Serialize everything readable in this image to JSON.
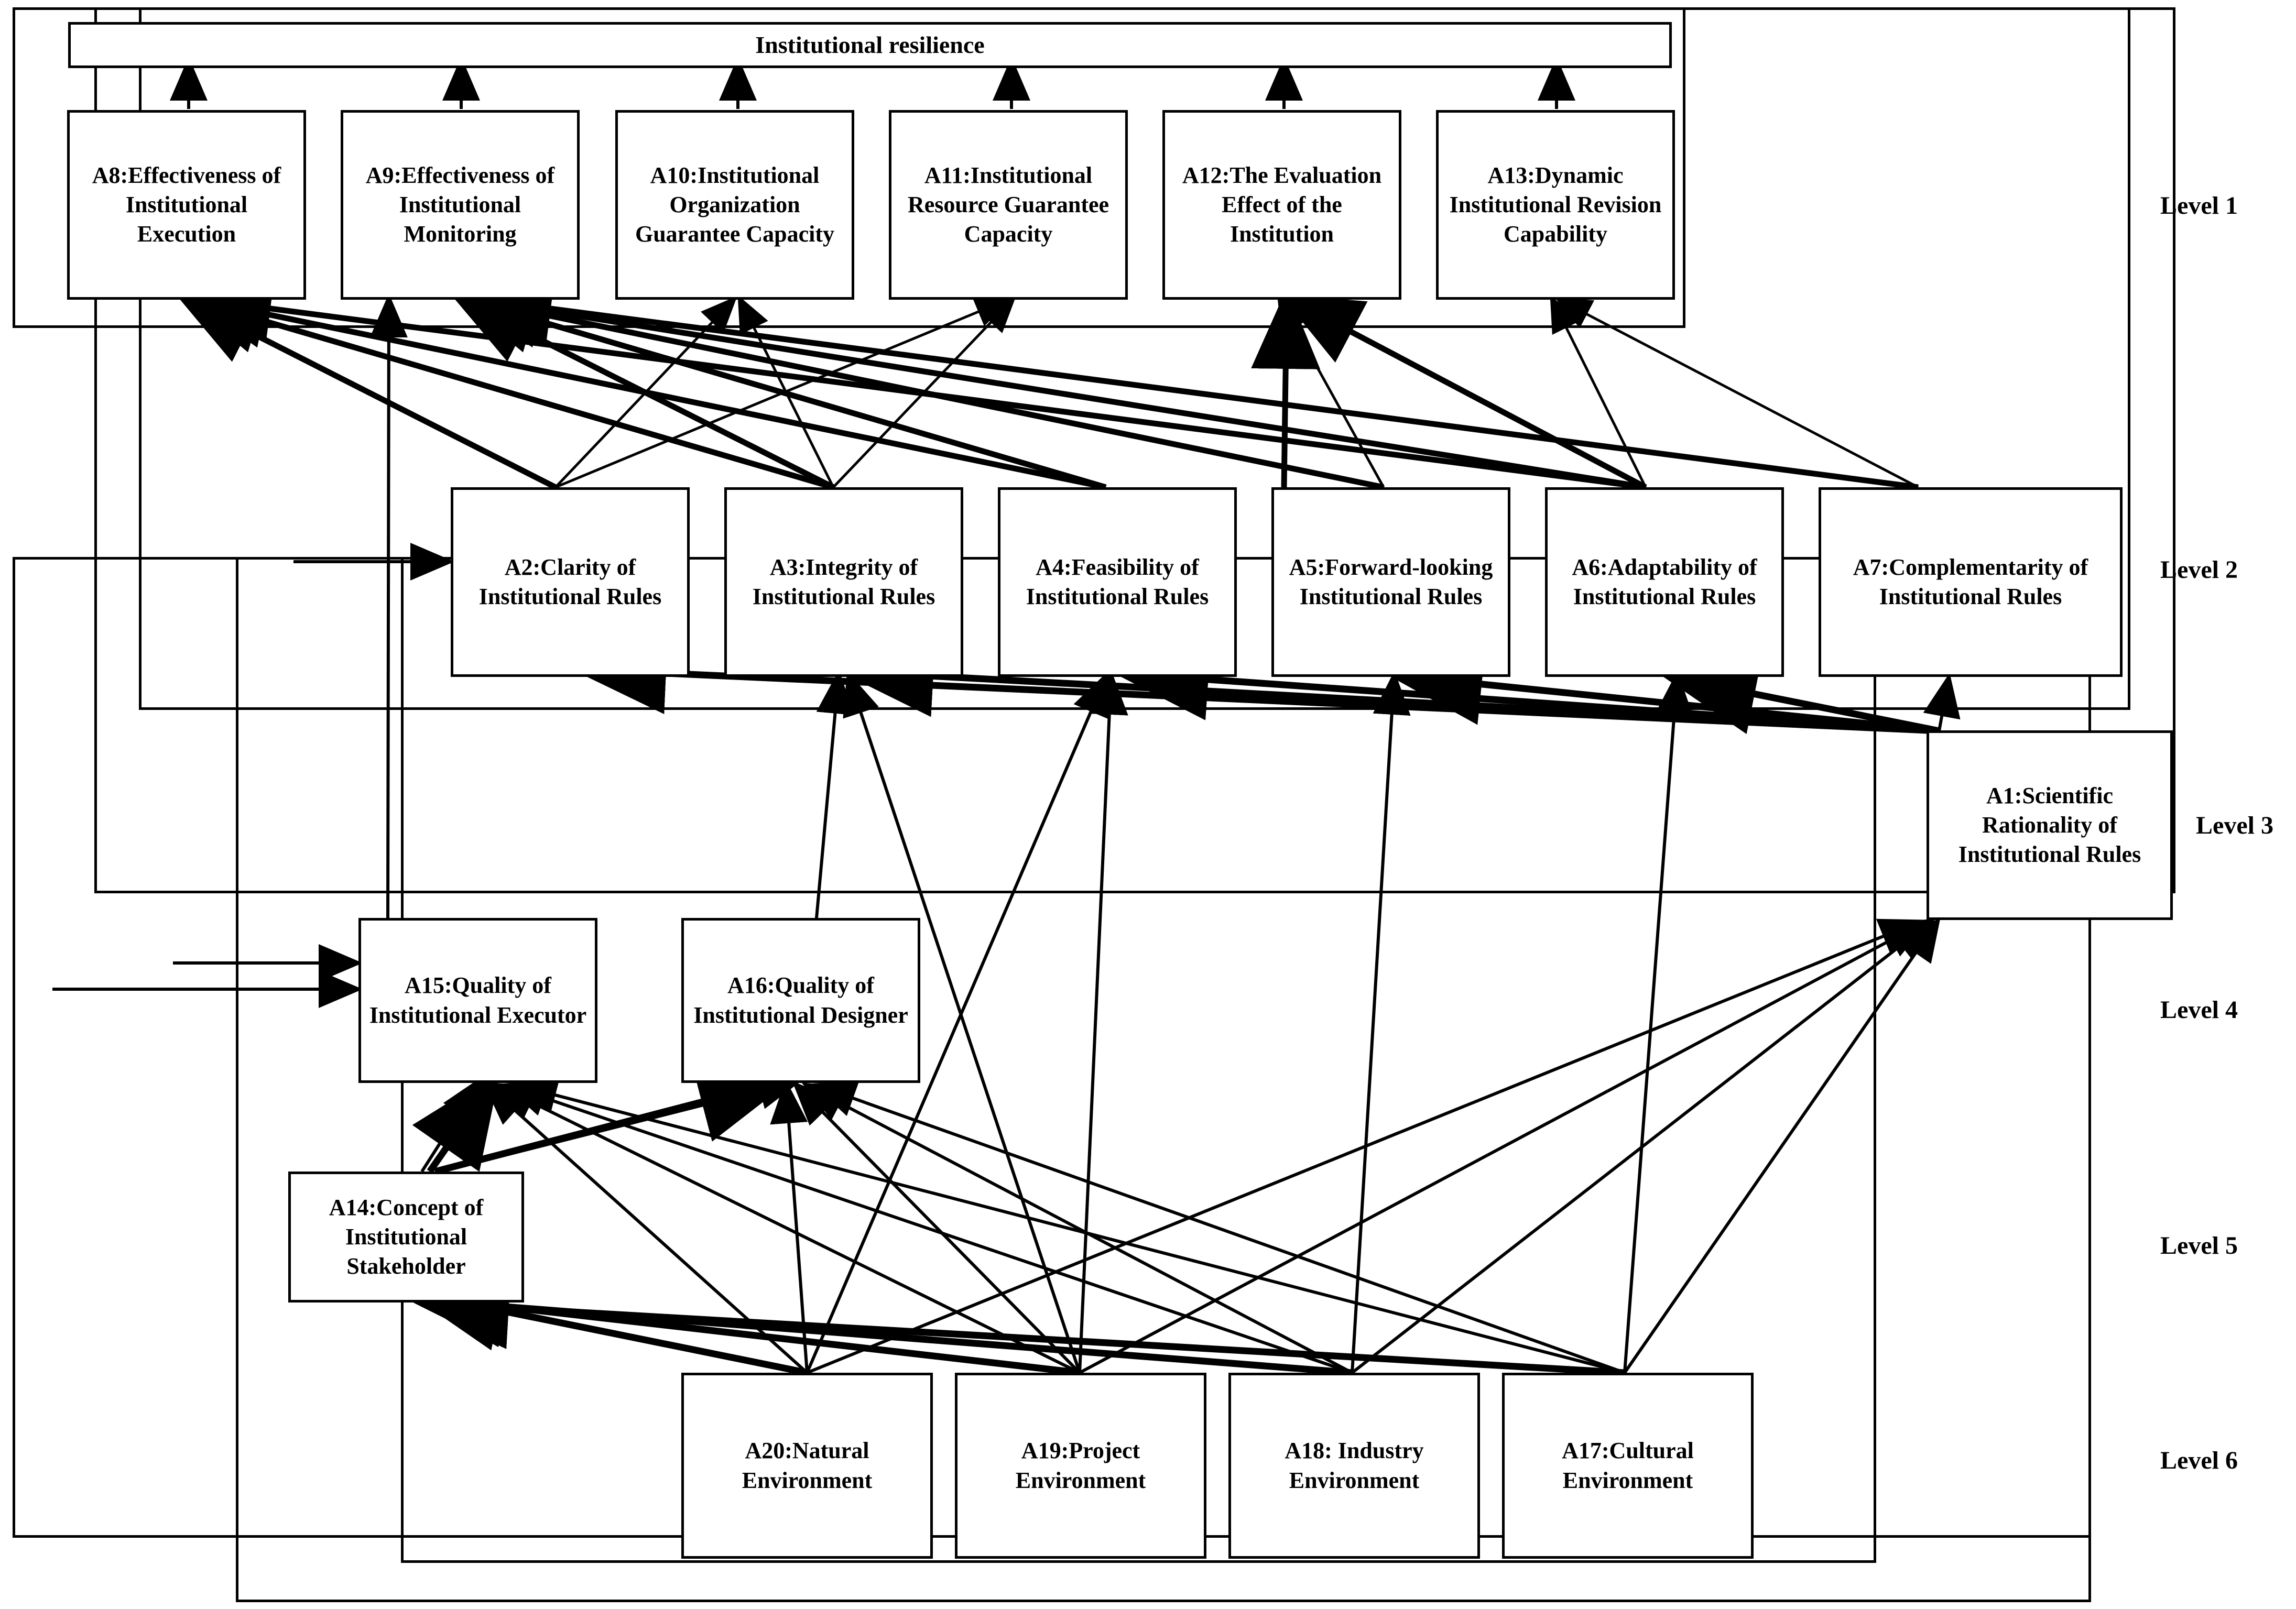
{
  "diagram": {
    "title": "Institutional resilience",
    "type": "ISM hierarchical digraph",
    "root": {
      "id": "root",
      "label": "Institutional resilience"
    },
    "levels": [
      {
        "name": "Level 1",
        "label": "Level 1"
      },
      {
        "name": "Level 2",
        "label": "Level 2"
      },
      {
        "name": "Level 3",
        "label": "Level 3"
      },
      {
        "name": "Level 4",
        "label": "Level 4"
      },
      {
        "name": "Level 5",
        "label": "Level 5"
      },
      {
        "name": "Level 6",
        "label": "Level 6"
      }
    ],
    "nodes": {
      "A8": {
        "label": "A8:Effectiveness of Institutional Execution",
        "level": 1
      },
      "A9": {
        "label": "A9:Effectiveness of Institutional Monitoring",
        "level": 1
      },
      "A10": {
        "label": "A10:Institutional Organization Guarantee Capacity",
        "level": 1
      },
      "A11": {
        "label": "A11:Institutional Resource Guarantee Capacity",
        "level": 1
      },
      "A12": {
        "label": "A12:The Evaluation Effect of the Institution",
        "level": 1
      },
      "A13": {
        "label": "A13:Dynamic Institutional Revision Capability",
        "level": 1
      },
      "A2": {
        "label": "A2:Clarity of Institutional Rules",
        "level": 2
      },
      "A3": {
        "label": "A3:Integrity of Institutional Rules",
        "level": 2
      },
      "A4": {
        "label": "A4:Feasibility of Institutional Rules",
        "level": 2
      },
      "A5": {
        "label": "A5:Forward-looking Institutional Rules",
        "level": 2
      },
      "A6": {
        "label": "A6:Adaptability of Institutional Rules",
        "level": 2
      },
      "A7": {
        "label": "A7:Complementarity of Institutional Rules",
        "level": 2
      },
      "A1": {
        "label": "A1:Scientific Rationality of Institutional Rules",
        "level": 3
      },
      "A15": {
        "label": "A15:Quality of Institutional Executor",
        "level": 4
      },
      "A16": {
        "label": "A16:Quality of Institutional Designer",
        "level": 4
      },
      "A14": {
        "label": "A14:Concept of Institutional Stakeholder",
        "level": 5
      },
      "A20": {
        "label": "A20:Natural Environment",
        "level": 6
      },
      "A19": {
        "label": "A19:Project Environment",
        "level": 6
      },
      "A18": {
        "label": "A18: Industry Environment",
        "level": 6
      },
      "A17": {
        "label": "A17:Cultural Environment",
        "level": 6
      }
    },
    "colors": {
      "line": "#000000",
      "box_border": "#000000",
      "box_fill": "#ffffff",
      "text": "#000000"
    }
  }
}
